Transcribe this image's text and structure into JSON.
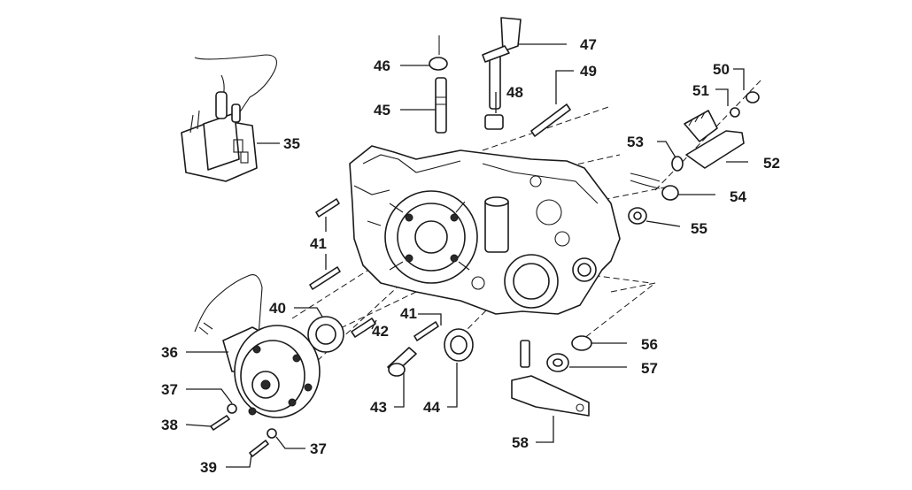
{
  "callouts": [
    {
      "id": "35",
      "text": "35"
    },
    {
      "id": "36",
      "text": "36"
    },
    {
      "id": "37a",
      "text": "37"
    },
    {
      "id": "37b",
      "text": "37"
    },
    {
      "id": "38",
      "text": "38"
    },
    {
      "id": "39",
      "text": "39"
    },
    {
      "id": "40",
      "text": "40"
    },
    {
      "id": "41a",
      "text": "41"
    },
    {
      "id": "41b",
      "text": "41"
    },
    {
      "id": "42",
      "text": "42"
    },
    {
      "id": "43",
      "text": "43"
    },
    {
      "id": "44",
      "text": "44"
    },
    {
      "id": "45",
      "text": "45"
    },
    {
      "id": "46",
      "text": "46"
    },
    {
      "id": "47",
      "text": "47"
    },
    {
      "id": "48",
      "text": "48"
    },
    {
      "id": "49",
      "text": "49"
    },
    {
      "id": "50",
      "text": "50"
    },
    {
      "id": "51",
      "text": "51"
    },
    {
      "id": "52",
      "text": "52"
    },
    {
      "id": "53",
      "text": "53"
    },
    {
      "id": "54",
      "text": "54"
    },
    {
      "id": "55",
      "text": "55"
    },
    {
      "id": "56",
      "text": "56"
    },
    {
      "id": "57",
      "text": "57"
    },
    {
      "id": "58",
      "text": "58"
    }
  ]
}
